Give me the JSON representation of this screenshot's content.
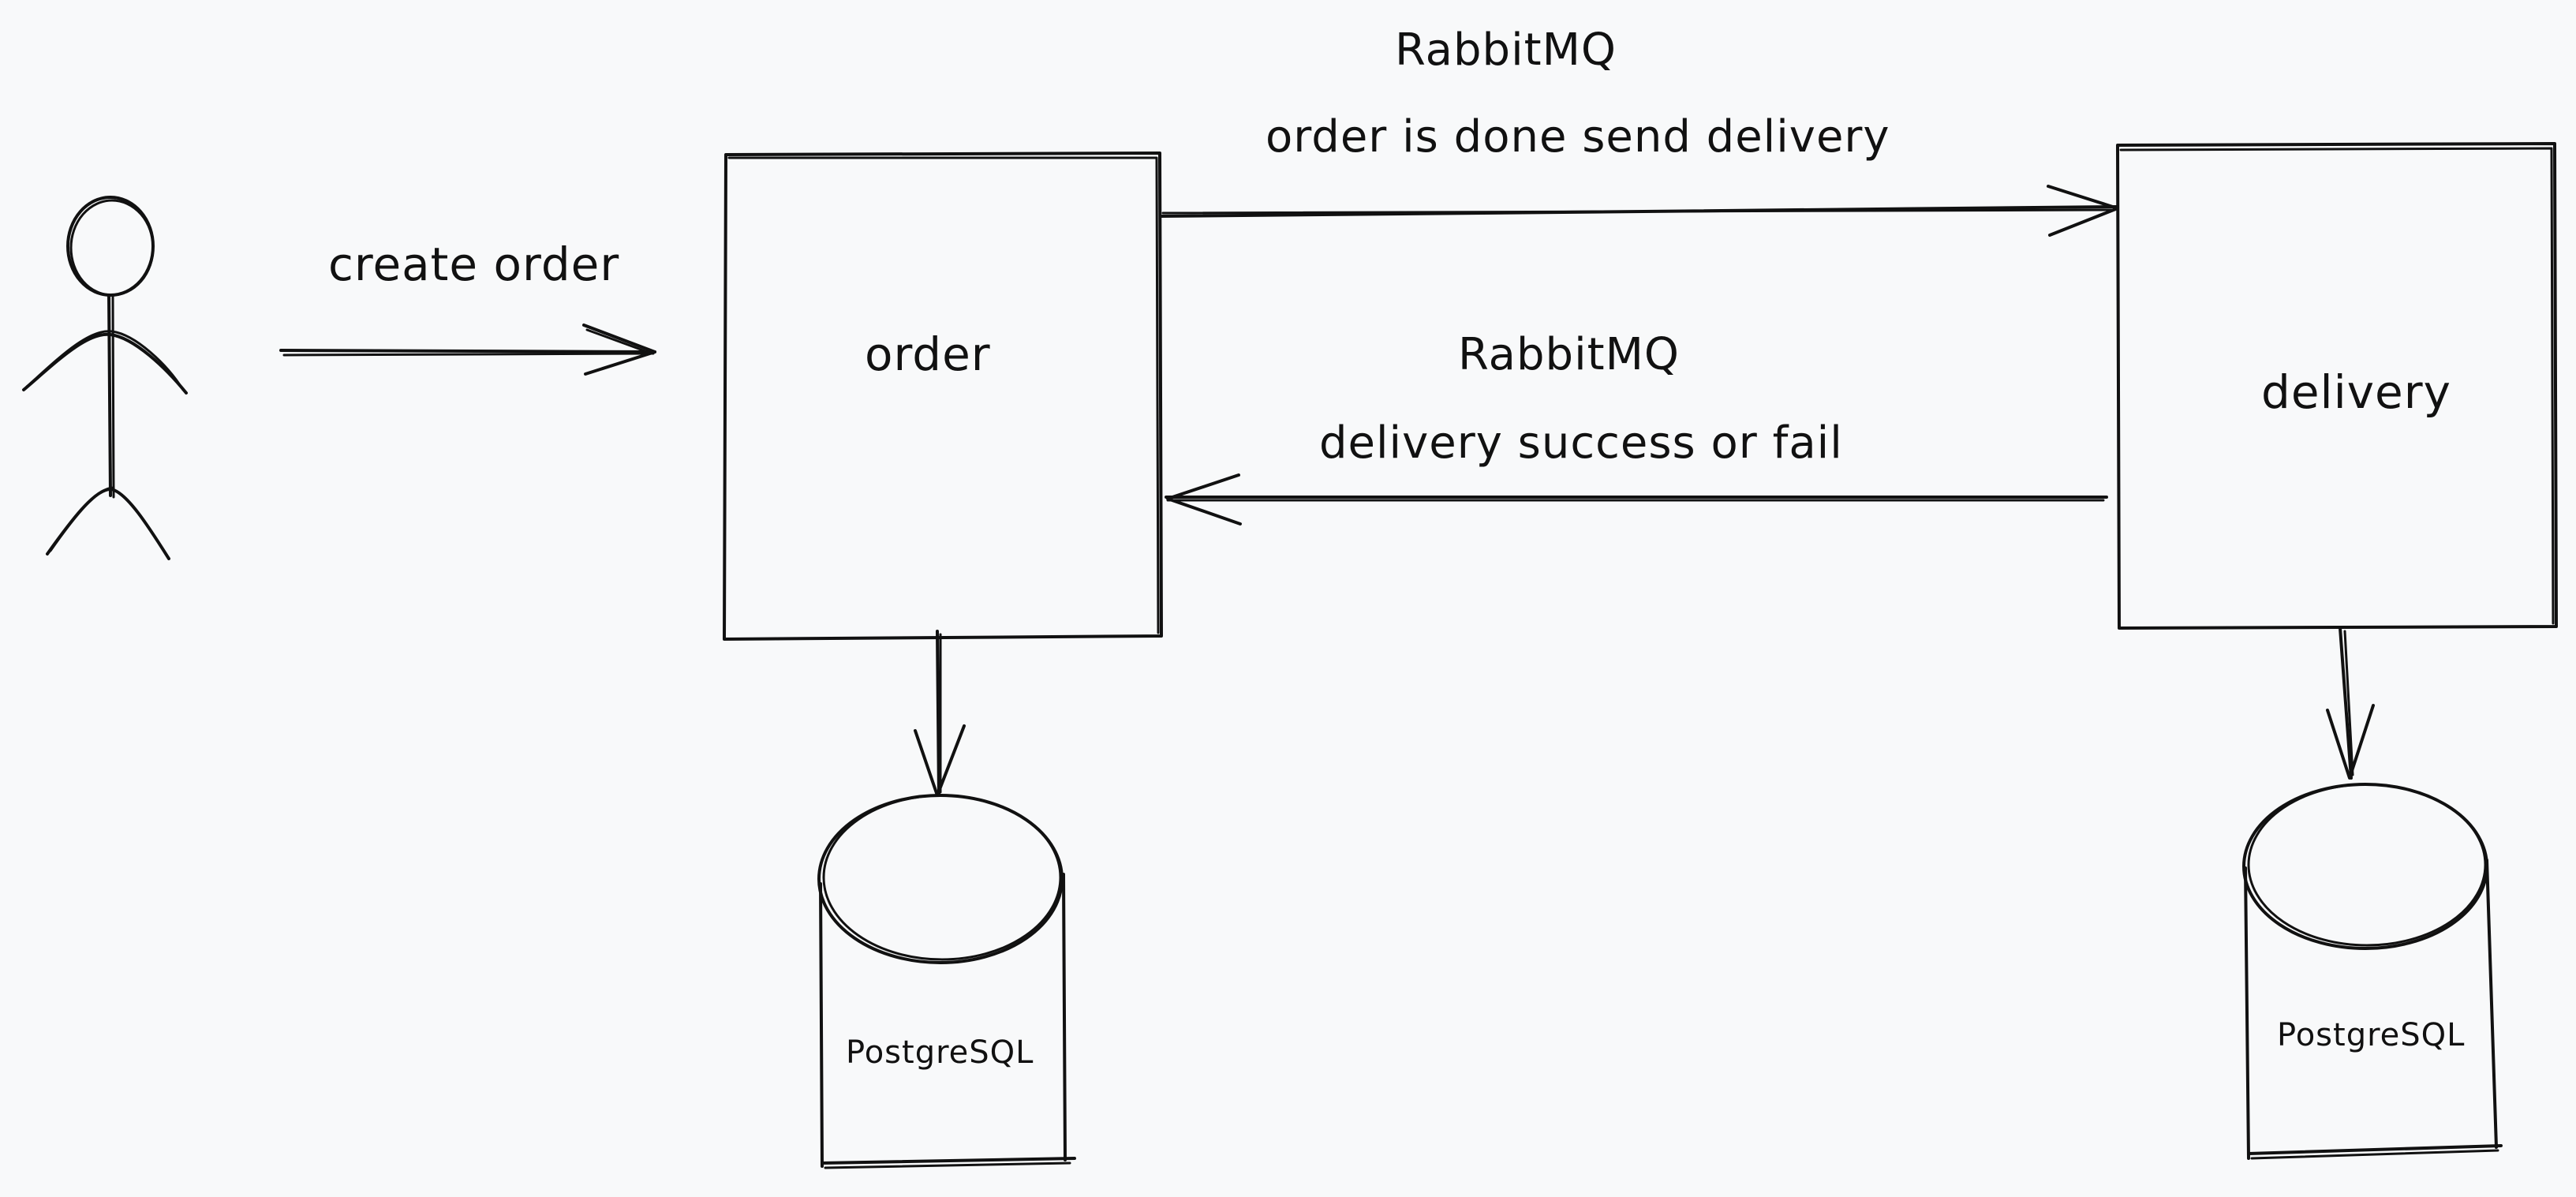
{
  "diagram": {
    "actor_to_order": {
      "label": "create order"
    },
    "order_node": {
      "label": "order"
    },
    "delivery_node": {
      "label": "delivery"
    },
    "order_to_delivery": {
      "channel": "RabbitMQ",
      "label": "order is done send delivery"
    },
    "delivery_to_order": {
      "channel": "RabbitMQ",
      "label": "delivery success or fail"
    },
    "order_db": {
      "label": "PostgreSQL"
    },
    "delivery_db": {
      "label": "PostgreSQL"
    }
  },
  "colors": {
    "background": "#f8f9fa",
    "stroke": "#111111"
  }
}
